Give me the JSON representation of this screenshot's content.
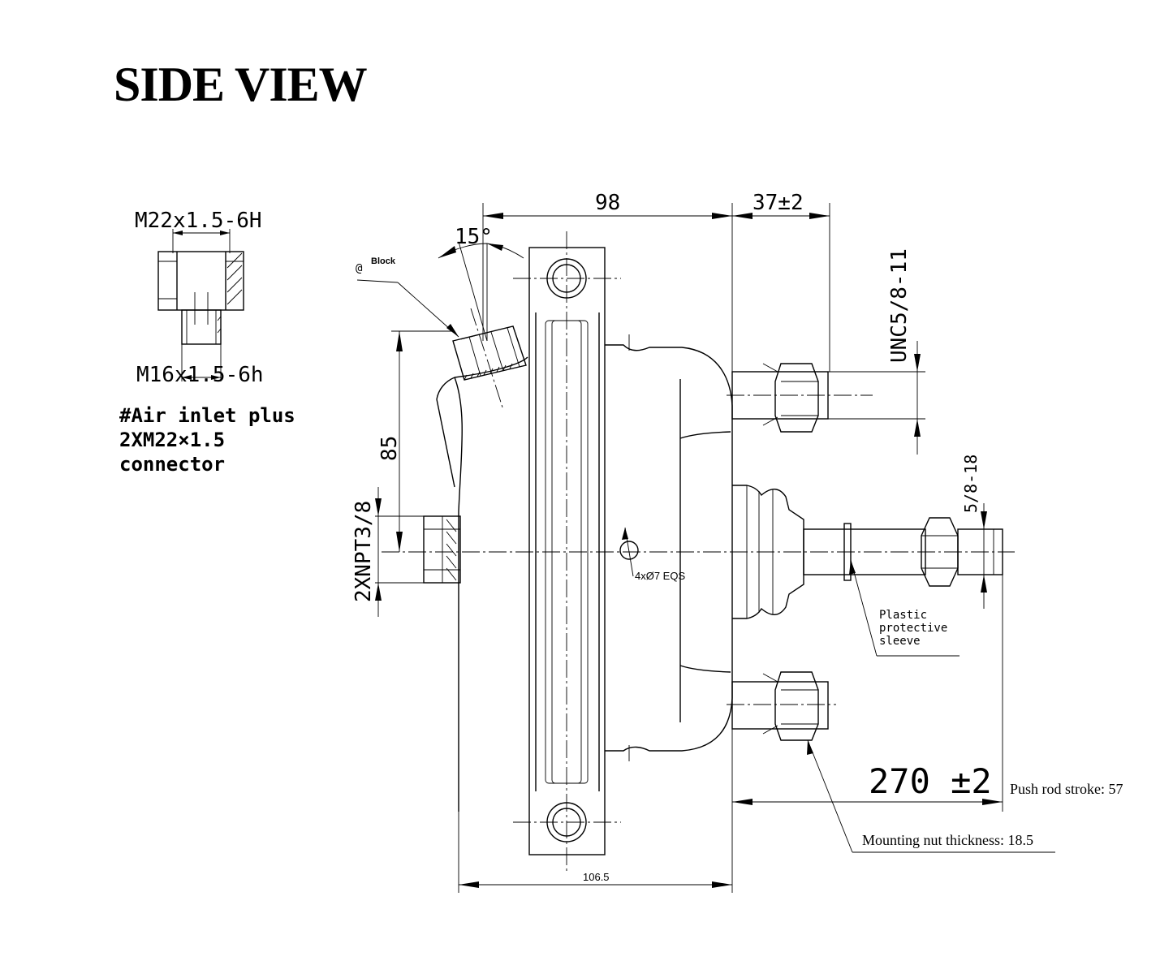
{
  "title": "SIDE VIEW",
  "inlet_note": {
    "line1": "#Air inlet plus",
    "line2": "2XM22×1.5",
    "line3": "connector"
  },
  "dimensions": {
    "body_width": "98",
    "stud_length": "37±2",
    "angle": "15°",
    "block_label": "Block",
    "height_85": "85",
    "port": "2XNPT3/8",
    "stud_thread": "UNC5/8-11",
    "rod_thread": "5/8-18",
    "holes": "4xØ7 EQS",
    "overall": "270 ±2",
    "base_width": "106.5"
  },
  "fitting": {
    "top_thread": "M22x1.5-6H",
    "bottom_thread": "M16x1.5-6h"
  },
  "callouts": {
    "sleeve_line1": "Plastic",
    "sleeve_line2": "protective",
    "sleeve_line3": "sleeve",
    "push_rod": "Push rod stroke: 57",
    "nut": "Mounting nut thickness: 18.5"
  }
}
